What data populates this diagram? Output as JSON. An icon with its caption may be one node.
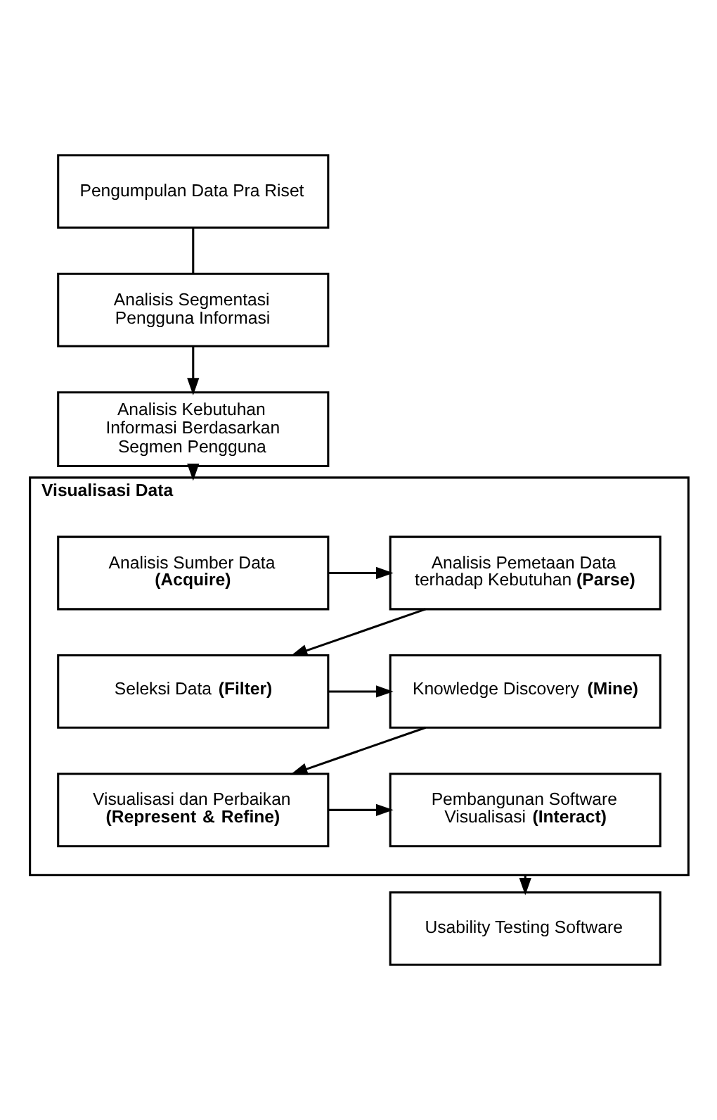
{
  "diagram": {
    "nodes": [
      {
        "text": [
          "Pengumpulan Data Pra Riset"
        ]
      },
      {
        "text": [
          "Analisis Segmentasi Pengguna Informasi"
        ]
      },
      {
        "text": [
          "Analisis Kebutuhan Informasi Berdasarkan Segmen Pengguna"
        ]
      },
      {
        "text": [
          "Visualisasi Data"
        ]
      },
      {
        "text": [
          "Analisis Sumber Data **(Acquire)**"
        ],
        "in": 3
      },
      {
        "text": [
          "Analisis Pemetaan Data terhadap Kebutuhan **(Parse)**"
        ],
        "in": 3
      },
      {
        "text": [
          "Knowledge Discovery **(Mine)**"
        ],
        "in": 3
      },
      {
        "text": [
          "Seleksi Data **(Filter)**"
        ],
        "in": 3
      },
      {
        "text": [
          "Visualisasi dan Perbaikan **(Represent & Refine)**"
        ],
        "in": 3
      },
      {
        "text": [
          "Pembangunan Software Visualisasi **(Interact)**"
        ],
        "in": 3
      },
      {
        "text": [
          "Usability Testing Software"
        ]
      }
    ],
    "edges": [
      {
        "from": 0,
        "to": 1,
        "arrow": "none"
      },
      {
        "from": 1,
        "to": 2,
        "arrow": "to"
      },
      {
        "from": 2,
        "to": 3,
        "arrow": "to"
      },
      {
        "from": 4,
        "to": 5,
        "arrow": "to"
      },
      {
        "from": 5,
        "to": 7,
        "arrow": "to"
      },
      {
        "from": 7,
        "to": 6,
        "arrow": "to"
      },
      {
        "from": 6,
        "to": 8,
        "arrow": "to"
      },
      {
        "from": 8,
        "to": 9,
        "arrow": "to"
      },
      {
        "from": 3,
        "to": 10,
        "arrow": "to"
      }
    ]
  }
}
